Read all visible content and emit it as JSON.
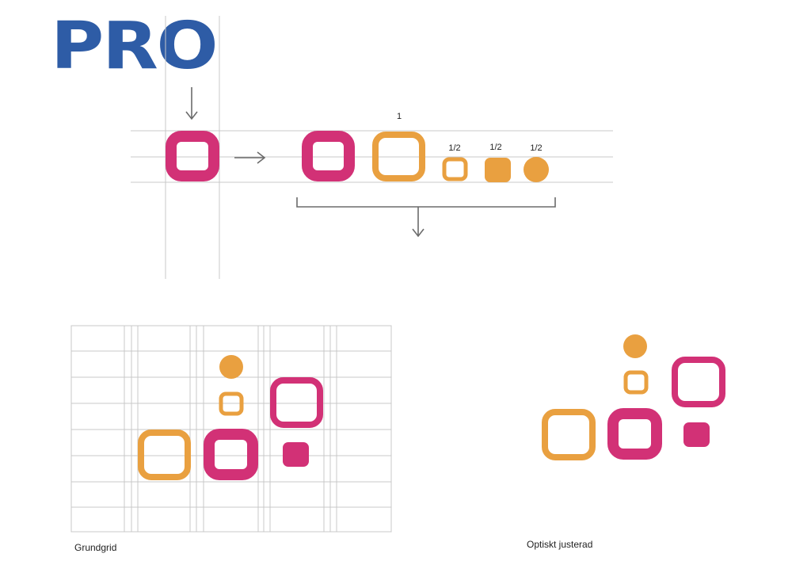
{
  "logo": {
    "text": "PRO"
  },
  "colors": {
    "brand_blue": "#2E5CA6",
    "magenta": "#D23176",
    "orange": "#E9A040",
    "grid_line": "#C8C8C8",
    "arrow": "#6B6B6B"
  },
  "scale_labels": {
    "full": "1",
    "half_outline": "1/2",
    "half_filled_square": "1/2",
    "half_circle": "1/2"
  },
  "captions": {
    "base_grid": "Grundgrid",
    "optical": "Optiskt justerad"
  },
  "elements": [
    {
      "name": "magenta-outline-square-icon",
      "description": ""
    },
    {
      "name": "orange-outline-square-icon",
      "description": ""
    },
    {
      "name": "orange-small-outline-square-icon",
      "description": ""
    },
    {
      "name": "orange-filled-square-icon",
      "description": ""
    },
    {
      "name": "orange-circle-icon",
      "description": ""
    },
    {
      "name": "magenta-filled-square-icon",
      "description": ""
    }
  ]
}
